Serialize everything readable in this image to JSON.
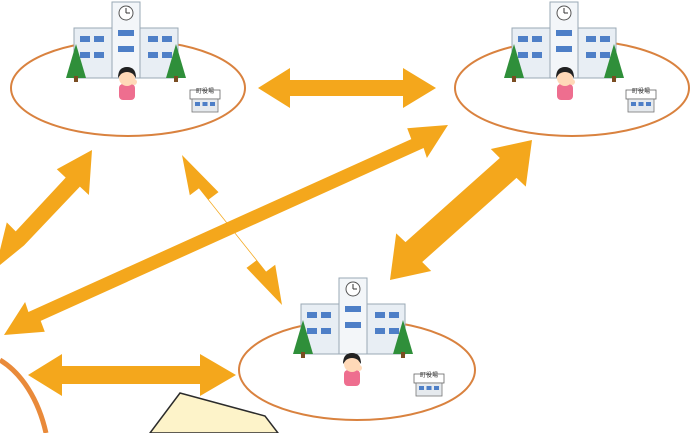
{
  "colors": {
    "arrow": "#f4a71c",
    "ellipse_stroke": "#d9823f",
    "school_wall": "#e8eef4",
    "school_window": "#4e7fc7",
    "tree": "#2f8f3a",
    "callout_fill": "#fdf3c9",
    "callout_stroke": "#2b2b2b"
  },
  "nodes": [
    {
      "id": "school-top-left",
      "sign_label": "町役場"
    },
    {
      "id": "school-top-right",
      "sign_label": "町役場"
    },
    {
      "id": "school-bottom-center",
      "sign_label": "町役場"
    }
  ]
}
